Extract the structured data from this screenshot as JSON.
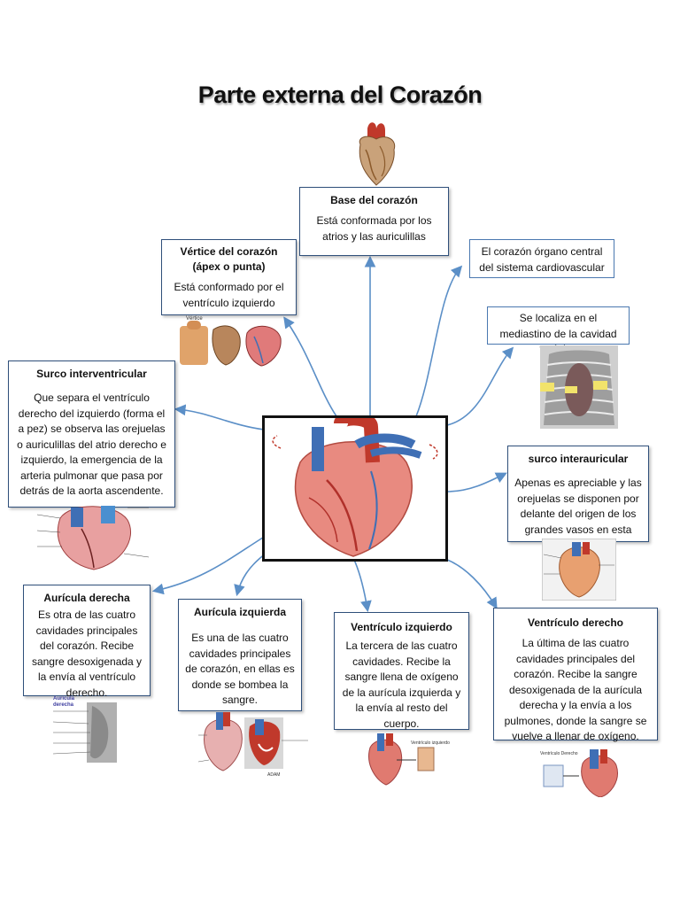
{
  "title": "Parte externa del Corazón",
  "boxes": {
    "base": {
      "title": "Base del corazón",
      "text": "Está conformada por los atrios y las auriculillas"
    },
    "organo": {
      "text": "El corazón órgano central del sistema cardiovascular"
    },
    "vertice": {
      "title_1": "Vértice del corazón",
      "title_2": "(ápex o punta)",
      "text": "Está conformado por el ventrículo izquierdo"
    },
    "mediastino": {
      "text": "Se localiza en el mediastino de la cavidad torácica"
    },
    "surco_interventricular": {
      "title": "Surco interventricular",
      "text": "Que separa el ventrículo derecho del izquierdo (forma el a pez) se observa las orejuelas o auriculillas del atrio derecho e izquierdo, la emergencia de la arteria pulmonar que pasa por detrás de la aorta ascendente."
    },
    "surco_interauricular": {
      "title": "surco interauricular",
      "text": "Apenas es apreciable y las orejuelas se disponen por delante del origen de los grandes vasos en esta"
    },
    "auricula_derecha": {
      "title": "Aurícula derecha",
      "text": "Es otra de las cuatro cavidades principales del corazón. Recibe sangre desoxigenada y la envía al ventrículo derecho."
    },
    "auricula_izquierda": {
      "title": "Aurícula izquierda",
      "text": "Es una de las cuatro cavidades principales de corazón, en ellas es donde se bombea la sangre."
    },
    "ventriculo_izquierdo": {
      "title": "Ventrículo izquierdo",
      "text": "La tercera de las cuatro cavidades. Recibe la sangre llena de oxígeno de la aurícula izquierda y la envía al resto del cuerpo."
    },
    "ventriculo_derecho": {
      "title": "Ventrículo derecho",
      "text": "La última de las cuatro cavidades principales del corazón. Recibe la sangre desoxigenada de la aurícula derecha y la envía a los pulmones, donde la sangre se vuelve a llenar de oxígeno."
    }
  },
  "captions": {
    "vertice": "Vértice",
    "auricula_derecha": "Aurícula derecha",
    "ventriculo_izquierdo": "Ventrículo izquierdo",
    "ventriculo_derecho": "Ventrículo Derecho",
    "adam": "ADAM"
  },
  "colors": {
    "arrow": "#5b8fc7",
    "box_border": "#2f4f7a",
    "heart": "#d9534f",
    "vessel_blue": "#3f6fb5"
  }
}
